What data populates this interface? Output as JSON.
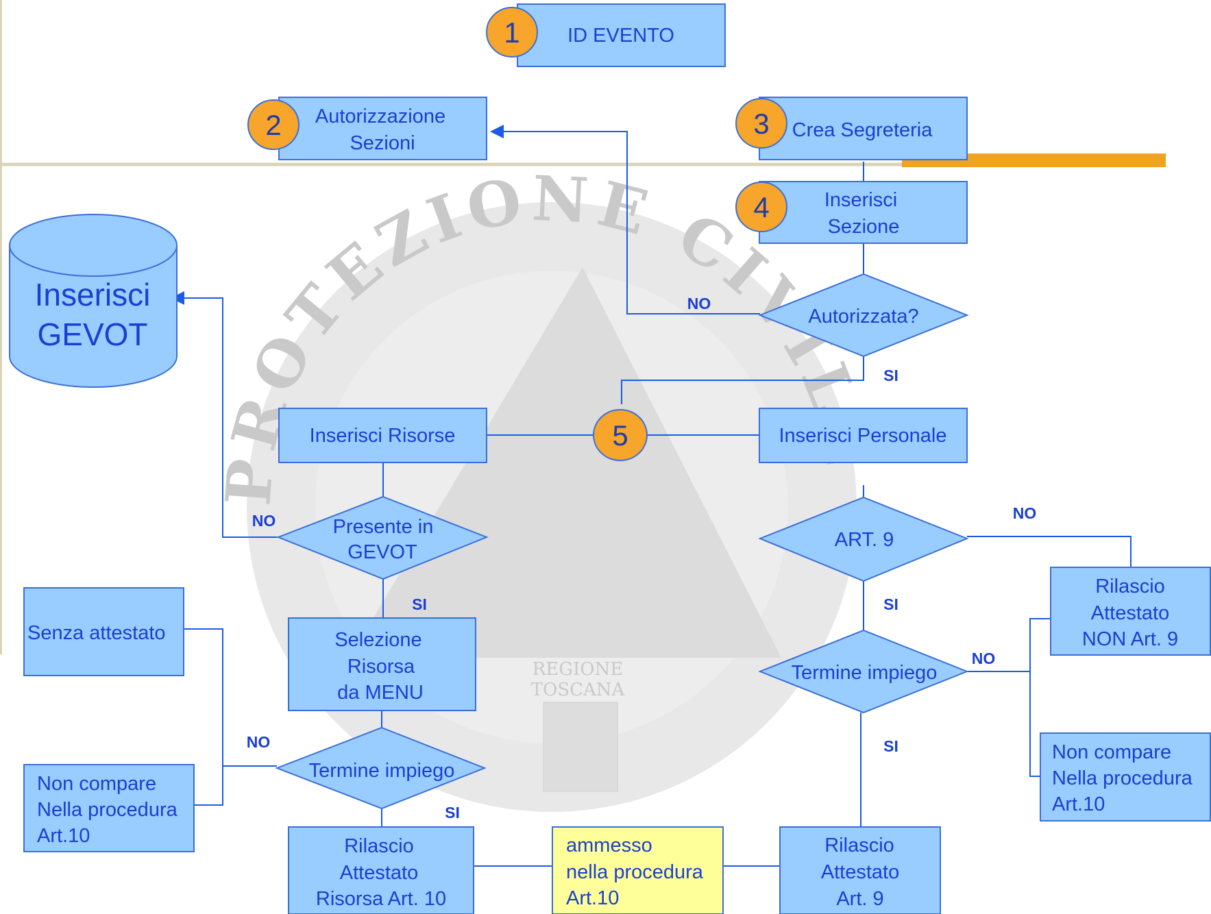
{
  "nodes": {
    "id_evento": "ID EVENTO",
    "autorizzazione": [
      "Autorizzazione",
      "Sezioni"
    ],
    "crea_segreteria": "Crea Segreteria",
    "inserisci_sezione": [
      "Inserisci",
      "Sezione"
    ],
    "autorizzata": "Autorizzata?",
    "inserisci_gevot": [
      "Inserisci",
      "GEVOT"
    ],
    "inserisci_risorse": "Inserisci Risorse",
    "inserisci_personale": "Inserisci Personale",
    "presente_gevot": [
      "Presente in",
      "GEVOT"
    ],
    "art9": "ART. 9",
    "rilascio_non_art9": [
      "Rilascio",
      "Attestato",
      "NON Art. 9"
    ],
    "senza_attestato": "Senza attestato",
    "selezione_risorsa": [
      "Selezione",
      "Risorsa",
      "da MENU"
    ],
    "termine_impiego_left": "Termine impiego",
    "termine_impiego_right": "Termine impiego",
    "non_compare_left": [
      "Non compare",
      "Nella procedura",
      "Art.10"
    ],
    "non_compare_right": [
      "Non compare",
      "Nella procedura",
      "Art.10"
    ],
    "rilascio_risorsa": [
      "Rilascio",
      "Attestato",
      "Risorsa Art. 10"
    ],
    "ammesso": [
      "ammesso",
      "nella procedura",
      "Art.10"
    ],
    "rilascio_art9": [
      "Rilascio",
      "Attestato",
      "Art. 9"
    ]
  },
  "step_numbers": [
    "1",
    "2",
    "3",
    "4",
    "5"
  ],
  "edge_labels": {
    "no_autorizzata": "NO",
    "si_autorizzata": "SI",
    "no_gevot": "NO",
    "si_gevot": "SI",
    "no_art9": "NO",
    "si_art9": "SI",
    "no_termine_right": "NO",
    "si_termine_right": "SI",
    "no_termine_left": "NO",
    "si_termine_left": "SI"
  },
  "watermark": {
    "ring_text": "PROTEZIONE CIVILE TOSCANA",
    "region": [
      "REGIONE",
      "TOSCANA"
    ]
  },
  "colors": {
    "box_fill": "#99ccff",
    "box_stroke": "#3b6fd6",
    "text": "#1a3fd1",
    "step_circle": "#f7a52b",
    "highlight_fill": "#ffff99",
    "accent_bar": "#f0a31e",
    "rule_line": "#d9d3b8"
  }
}
